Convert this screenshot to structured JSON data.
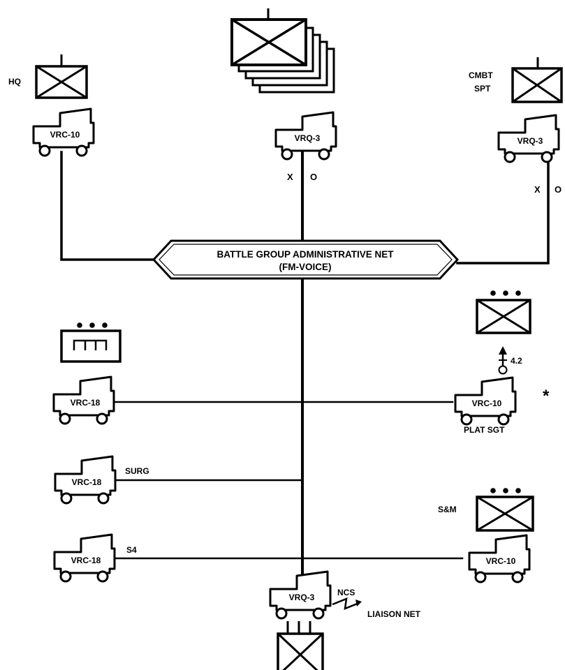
{
  "net": {
    "title": "BATTLE GROUP ADMINISTRATIVE NET",
    "subtitle": "(FM-VOICE)"
  },
  "units": {
    "hq": "HQ",
    "cmbt_spt_line1": "CMBT",
    "cmbt_spt_line2": "SPT",
    "sm": "S&M",
    "mortar_caliber": "4.2"
  },
  "radios": {
    "hq": "VRC-10",
    "companies": "VRQ-3",
    "cmbt_spt": "VRQ-3",
    "left_upper": "VRC-18",
    "surg": "VRC-18",
    "s4": "VRC-18",
    "plat_sgt": "VRC-10",
    "sm": "VRC-10",
    "ncs": "VRQ-3"
  },
  "labels": {
    "x_center": "X",
    "o_center": "O",
    "x_right": "X",
    "o_right": "O",
    "surg": "SURG",
    "s4": "S4",
    "plat_sgt": "PLAT SGT",
    "ncs": "NCS",
    "liaison": "LIAISON NET",
    "asterisk": "*"
  }
}
